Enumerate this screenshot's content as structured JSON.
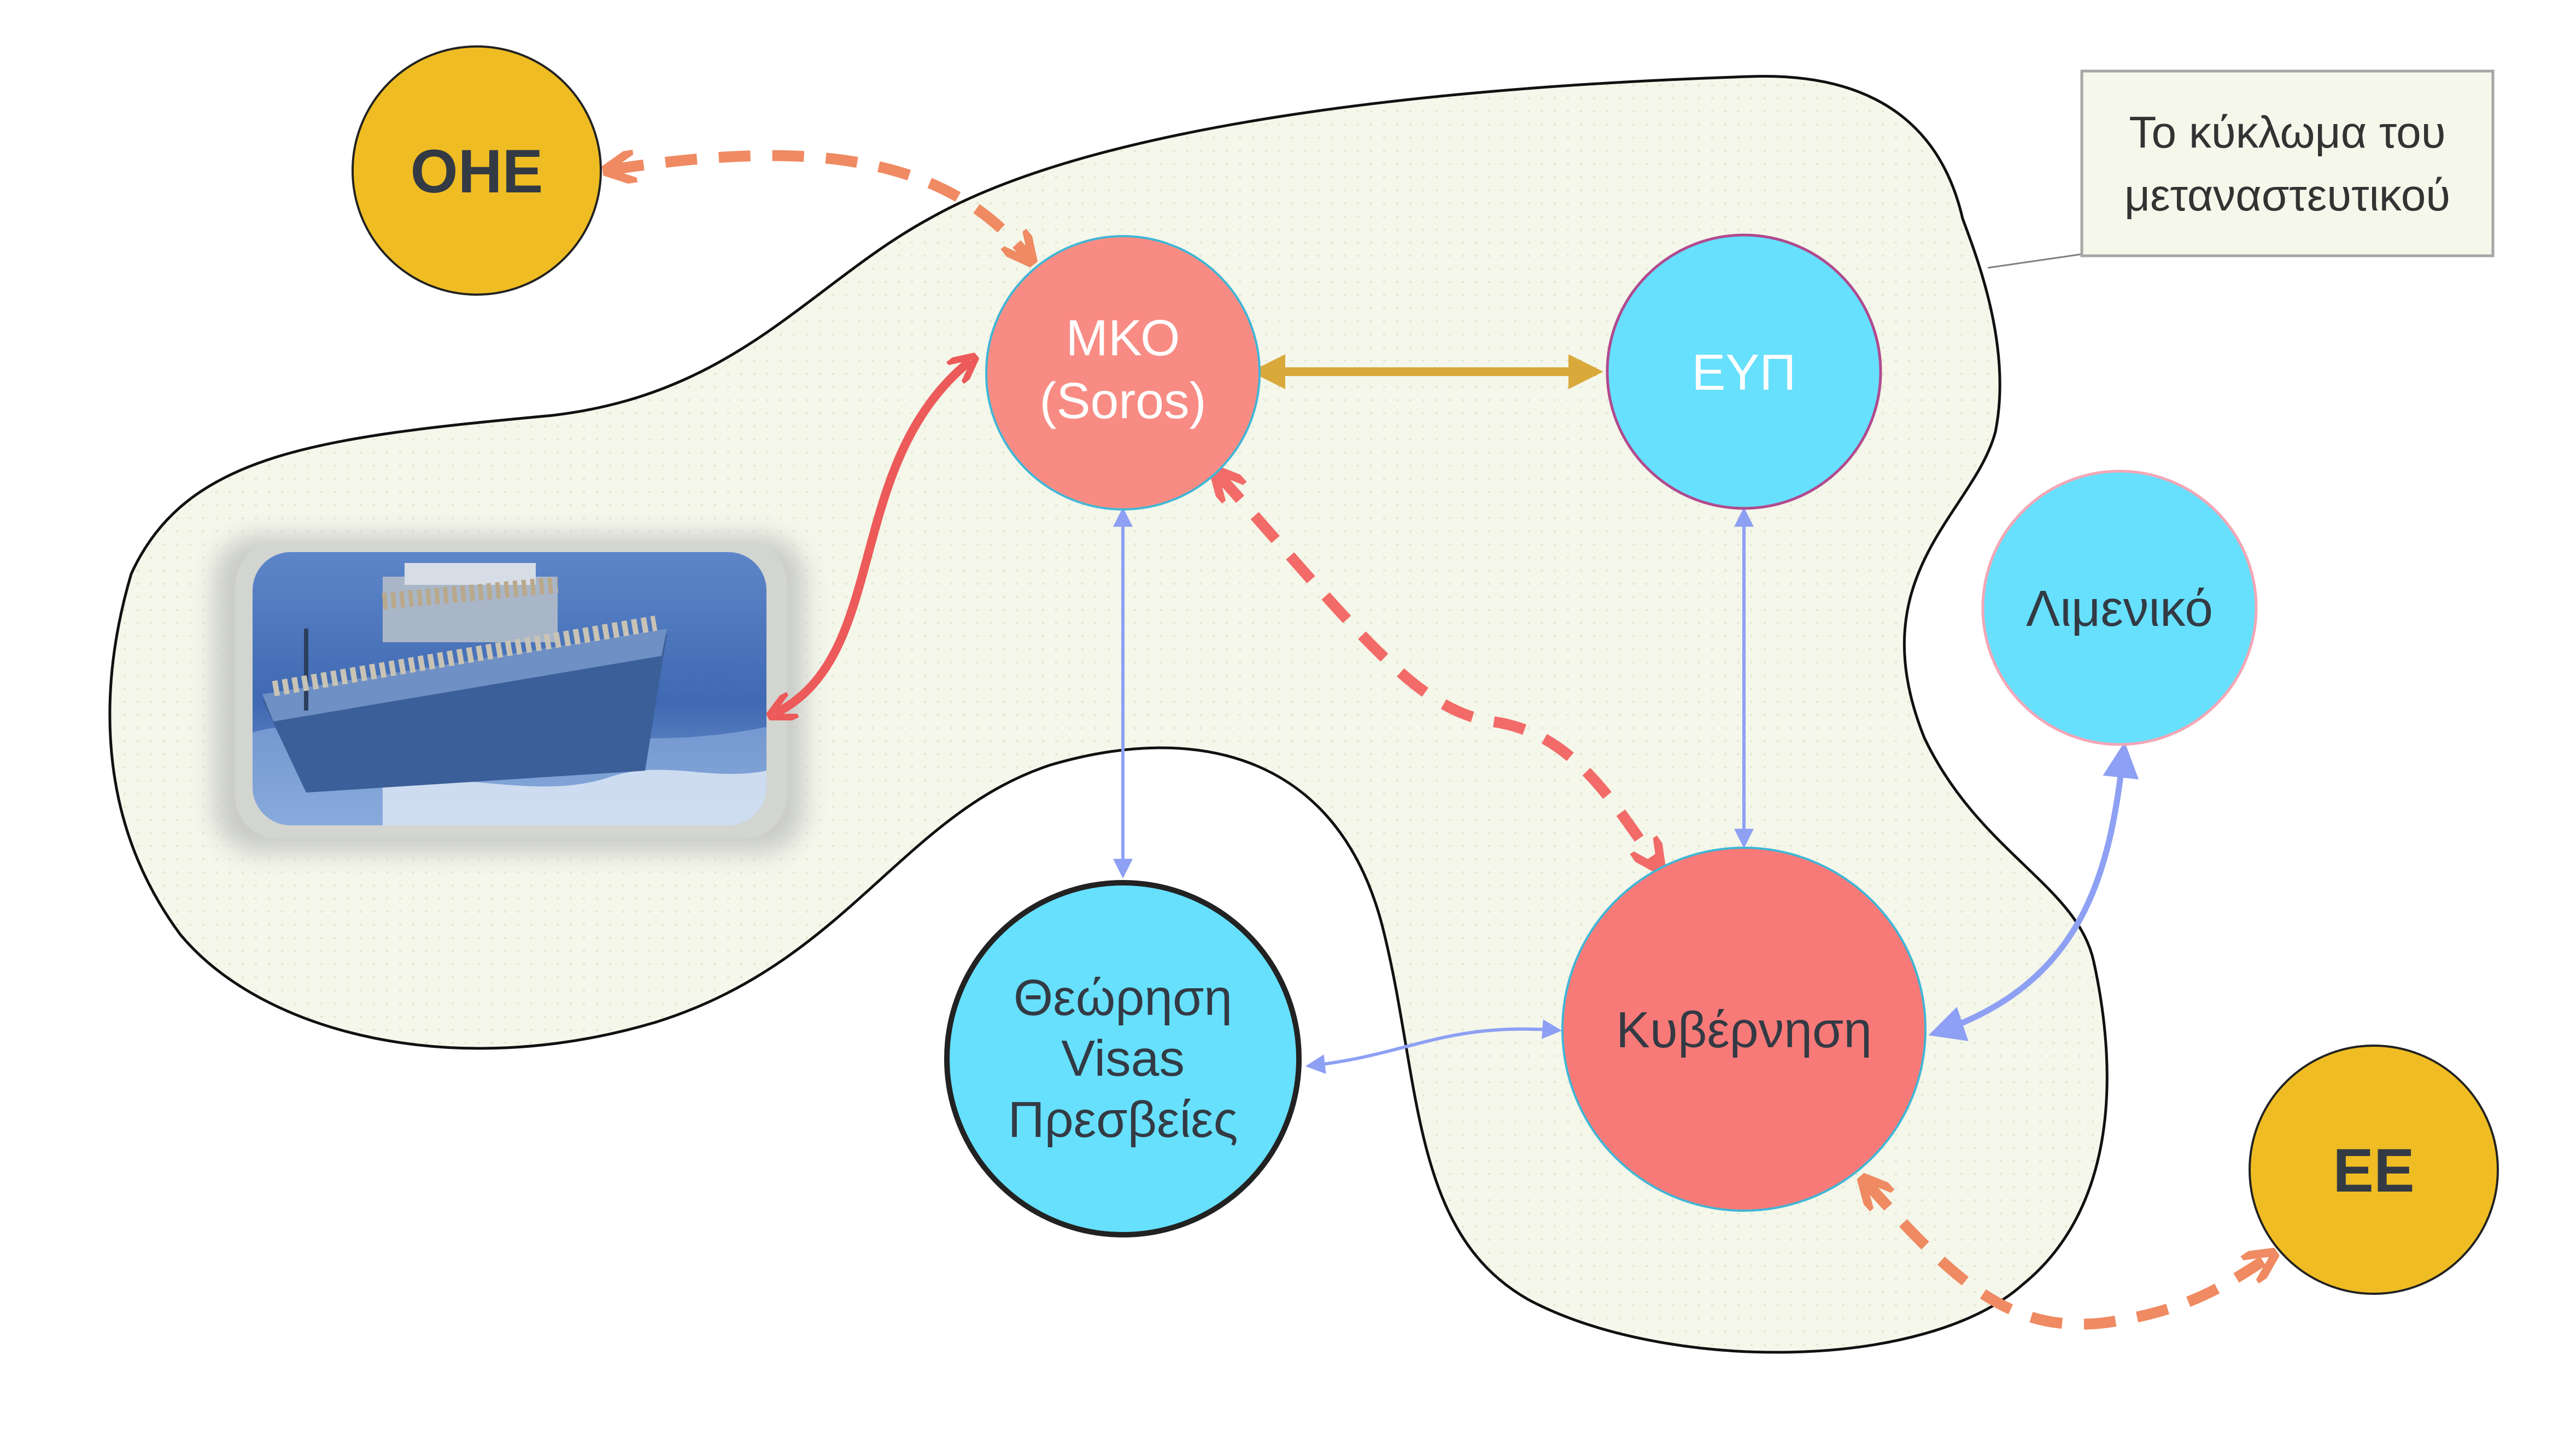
{
  "diagram": {
    "callout": {
      "line1": "Το κύκλωμα του",
      "line2": "μεταναστευτικού"
    },
    "nodes": {
      "ohe": {
        "label": "ΟΗΕ"
      },
      "ee": {
        "label": "ΕΕ"
      },
      "mko": {
        "line1": "ΜΚΟ",
        "line2": "(Soros)"
      },
      "eyp": {
        "label": "ΕΥΠ"
      },
      "limeniko": {
        "label": "Λιμενικό"
      },
      "theorisi": {
        "line1": "Θεώρηση",
        "line2": "Visas",
        "line3": "Πρεσβείες"
      },
      "kyvernisi": {
        "label": "Κυβέρνηση"
      }
    },
    "colors": {
      "cluster_fill": "#f4f7ea",
      "gold": "#efbd23",
      "salmon": "#f88c84",
      "coral": "#f87a78",
      "cyan": "#66e0fc",
      "orange_dashed": "#ef8a62",
      "red_dashed": "#f26b68",
      "gold_arrow": "#d9a93b",
      "blue_arrow": "#8ea0f4",
      "red_arrow": "#ec5a5a"
    }
  }
}
